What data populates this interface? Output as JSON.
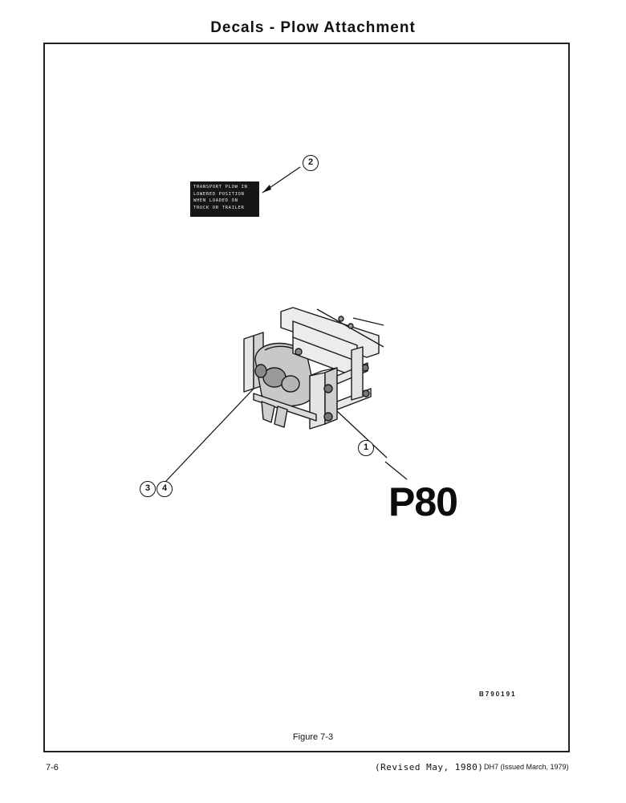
{
  "header": {
    "title": "Decals - Plow Attachment"
  },
  "figure": {
    "decal_text": [
      "TRANSPORT PLOW IN",
      "LOWERED POSITION",
      "WHEN LOADED ON",
      "TRUCK OR TRAILER"
    ],
    "callouts": {
      "c1": "1",
      "c2": "2",
      "c3": "3",
      "c4": "4"
    },
    "model": "P80",
    "part_number": "B790191",
    "caption": "Figure 7-3"
  },
  "footer": {
    "page_number": "7-6",
    "revised": "(Revised May, 1980)",
    "issued": "DH7 (Issued March, 1979)"
  }
}
